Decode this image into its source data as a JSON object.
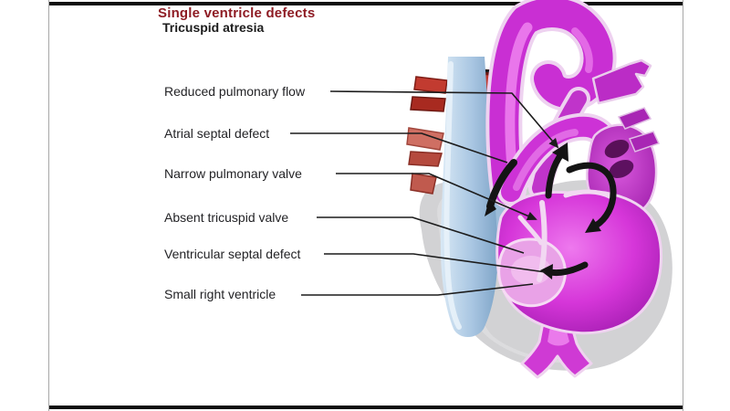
{
  "slide": {
    "title": "Single ventricle defects",
    "subtitle": "Tricuspid atresia",
    "labels": [
      {
        "text": "Reduced pulmonary flow"
      },
      {
        "text": "Atrial septal defect"
      },
      {
        "text": "Narrow pulmonary valve"
      },
      {
        "text": "Absent tricuspid valve"
      },
      {
        "text": "Ventricular septal defect"
      },
      {
        "text": "Small right ventricle"
      }
    ],
    "colors": {
      "title_red": "#8e1c24",
      "label_text": "#232326",
      "leader_line": "#1c1c1c",
      "heart_magenta": "#cf2ed8",
      "heart_pale_rim": "#efd3f0",
      "vein_blue": "#a9c6e2",
      "artery_red": "#c23b30",
      "silhouette_gray": "#d2d2d4",
      "flow_arrow": "#141414",
      "frame_bar": "#0d0d0d"
    }
  }
}
